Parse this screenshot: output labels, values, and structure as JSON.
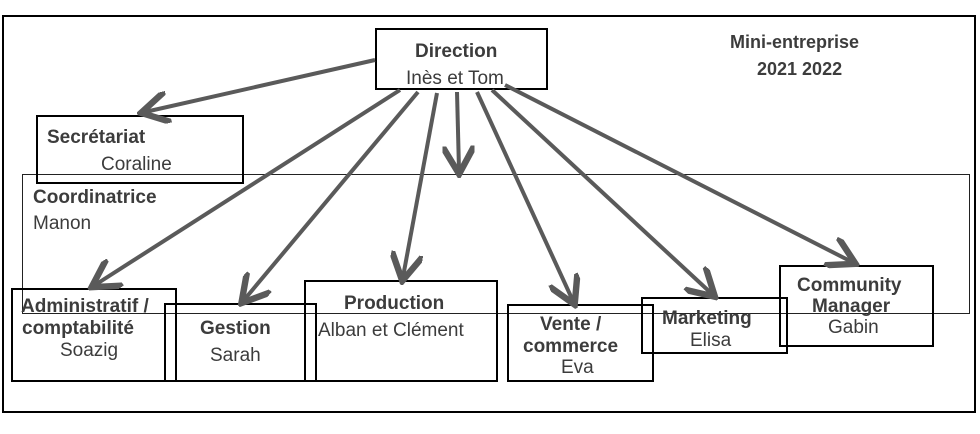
{
  "title": {
    "line1": "Mini-entreprise",
    "line2": "2021 2022"
  },
  "direction": {
    "role": "Direction",
    "names": "Inès et Tom"
  },
  "secretariat": {
    "role": "Secrétariat",
    "names": "Coraline"
  },
  "coordinatrice": {
    "role": "Coordinatrice",
    "names": "Manon"
  },
  "administratif": {
    "role_line1": "Administratif /",
    "role_line2": "comptabilité",
    "names": "Soazig"
  },
  "gestion": {
    "role": "Gestion",
    "names": "Sarah"
  },
  "production": {
    "role": "Production",
    "names": "Alban et Clément"
  },
  "vente": {
    "role_line1": "Vente  /",
    "role_line2": "commerce",
    "names": "Eva"
  },
  "marketing": {
    "role": "Marketing",
    "names": "Elisa"
  },
  "community": {
    "role_line1": "Community",
    "role_line2": "Manager",
    "names": "Gabin"
  },
  "colors": {
    "arrow": "#5a5a5a",
    "border": "#000000",
    "text": "#3c3c3c"
  }
}
